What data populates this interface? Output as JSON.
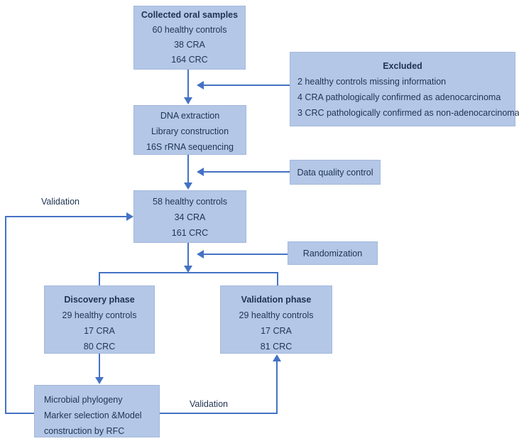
{
  "diagram": {
    "boxes": {
      "collected": {
        "title": "Collected oral samples",
        "lines": [
          "60 healthy controls",
          "38 CRA",
          "164 CRC"
        ]
      },
      "excluded": {
        "title": "Excluded",
        "lines": [
          "2 healthy controls missing information",
          "4 CRA pathologically confirmed as adenocarcinoma",
          "3 CRC pathologically confirmed as non-adenocarcinoma"
        ]
      },
      "dna": {
        "lines": [
          "DNA extraction",
          "Library construction",
          "16S rRNA sequencing"
        ]
      },
      "dqc": {
        "label": "Data quality control"
      },
      "cohort": {
        "lines": [
          "58 healthy controls",
          "34 CRA",
          "161 CRC"
        ]
      },
      "randomization": {
        "label": "Randomization"
      },
      "discovery": {
        "title": "Discovery phase",
        "lines": [
          "29 healthy controls",
          "17 CRA",
          "80 CRC"
        ]
      },
      "validation": {
        "title": "Validation phase",
        "lines": [
          "29 healthy controls",
          "17 CRA",
          "81 CRC"
        ]
      },
      "model": {
        "lines": [
          "Microbial phylogeny",
          "Marker selection &Model",
          "construction by RFC"
        ]
      }
    },
    "labels": {
      "validation_top": "Validation",
      "validation_bottom": "Validation"
    },
    "colors": {
      "box_fill": "#b4c7e7",
      "box_border": "#a3b8dc",
      "arrow": "#4472c4",
      "text": "#1f3352"
    }
  }
}
